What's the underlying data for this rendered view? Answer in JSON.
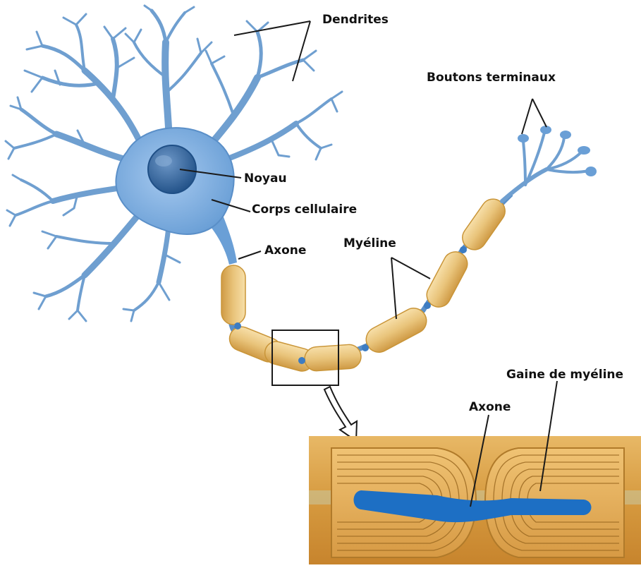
{
  "labels": {
    "dendrites": "Dendrites",
    "boutons": "Boutons terminaux",
    "noyau": "Noyau",
    "corps": "Corps cellulaire",
    "axone_top": "Axone",
    "myeline": "Myéline",
    "gaine": "Gaine de myéline",
    "axone_zoom": "Axone"
  },
  "colors": {
    "soma": "#7fb0e3",
    "soma_dark": "#5a8fc8",
    "nucleus": "#2e5f95",
    "myelin_fill": "#f3cf8e",
    "myelin_stroke": "#c99538",
    "axon_blue": "#1d6fc4",
    "sheath_gold": "#dca24a"
  }
}
